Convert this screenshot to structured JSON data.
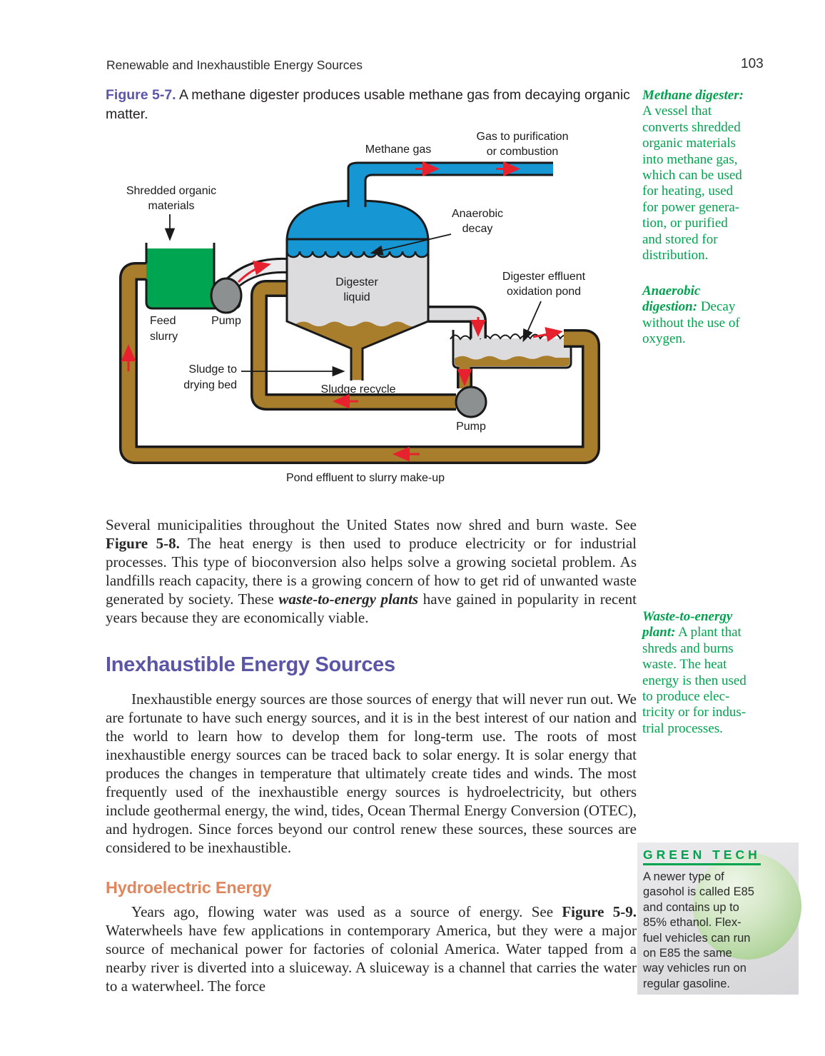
{
  "header": {
    "running_title": "Renewable and Inexhaustible Energy Sources",
    "page_number": "103"
  },
  "figure": {
    "label": "Figure 5-7.",
    "caption": " A methane digester produces usable methane gas from decaying organic matter."
  },
  "diagram": {
    "labels": {
      "methane_gas": "Methane gas",
      "gas_l1": "Gas to purification",
      "gas_l2": "or combustion",
      "shredded_l1": "Shredded organic",
      "shredded_l2": "materials",
      "anaerobic_l1": "Anaerobic",
      "anaerobic_l2": "decay",
      "digester_l1": "Digester",
      "digester_l2": "liquid",
      "effluent_l1": "Digester effluent",
      "effluent_l2": "oxidation pond",
      "feed_l1": "Feed",
      "feed_l2": "slurry",
      "pump1": "Pump",
      "pump2": "Pump",
      "sludge_dry_l1": "Sludge to",
      "sludge_dry_l2": "drying bed",
      "sludge_recycle": "Sludge recycle",
      "pond_effluent": "Pond effluent to slurry make-up"
    },
    "colors": {
      "gas_blue": "#1697D4",
      "slurry_green": "#00A551",
      "pipe_brown": "#A87E2C",
      "liquid_gray": "#DCDCDE",
      "pump_gray": "#8D9091",
      "arrow_red": "#E8212E",
      "outline_black": "#1a1a1a"
    }
  },
  "margin_notes": [
    {
      "term": "Methane digester:",
      "text": "\nA vessel that\nconverts shredded\norganic materials\ninto methane gas,\nwhich can be used\nfor heating, used\nfor power genera-\ntion, or purified\nand stored for\ndistribution."
    },
    {
      "term": "Anaerobic\ndigestion:",
      "text": " Decay\nwithout the use of\noxygen."
    },
    {
      "term": "Waste-to-energy\nplant:",
      "text": " A plant that\nshreds and burns\nwaste. The heat\nenergy is then used\nto produce elec-\ntricity or for indus-\ntrial processes."
    }
  ],
  "body": {
    "p1": {
      "r1": "Several municipalities throughout the United States now shred and burn waste. See ",
      "r2": "Figure 5-8.",
      "r3": " The heat energy is then used to produce electricity or for industrial processes. This type of bioconversion also helps solve a growing societal problem. As landfills reach capacity, there is a growing concern of how to get rid of unwanted waste generated by society. These ",
      "r4": "waste-to-energy plants",
      "r5": " have gained in popularity in recent years because they are economically viable."
    },
    "h1": "Inexhaustible Energy Sources",
    "p2": "Inexhaustible energy sources are those sources of energy that will never run out. We are fortunate to have such energy sources, and it is in the best interest of our nation and the world to learn how to develop them for long-term use. The roots of most inexhaustible energy sources can be traced back to solar energy. It is solar energy that produces the changes in temperature that ultimately create tides and winds. The most frequently used of the inexhaustible energy sources is hydroelectricity, but others include geothermal energy, the wind, tides, Ocean Thermal Energy Conversion (OTEC), and hydrogen. Since forces beyond our control renew these sources, these sources are considered to be inexhaustible.",
    "h2": "Hydroelectric Energy",
    "p3": {
      "r1": "Years ago, flowing water was used as a source of energy. See ",
      "r2": "Figure 5-9.",
      "r3": " Waterwheels have few applications in contemporary America, but they were a major source of mechanical power for factories of colonial America. Water tapped from a nearby river is diverted into a sluiceway. A sluiceway is a channel that carries the water to a waterwheel. The force"
    }
  },
  "green_tech": {
    "title": "GREEN TECH",
    "text": "A newer type of\ngasohol is called E85\nand contains up to\n85% ethanol. Flex-\nfuel vehicles can run\non E85 the same\nway vehicles run on\nregular gasoline."
  }
}
